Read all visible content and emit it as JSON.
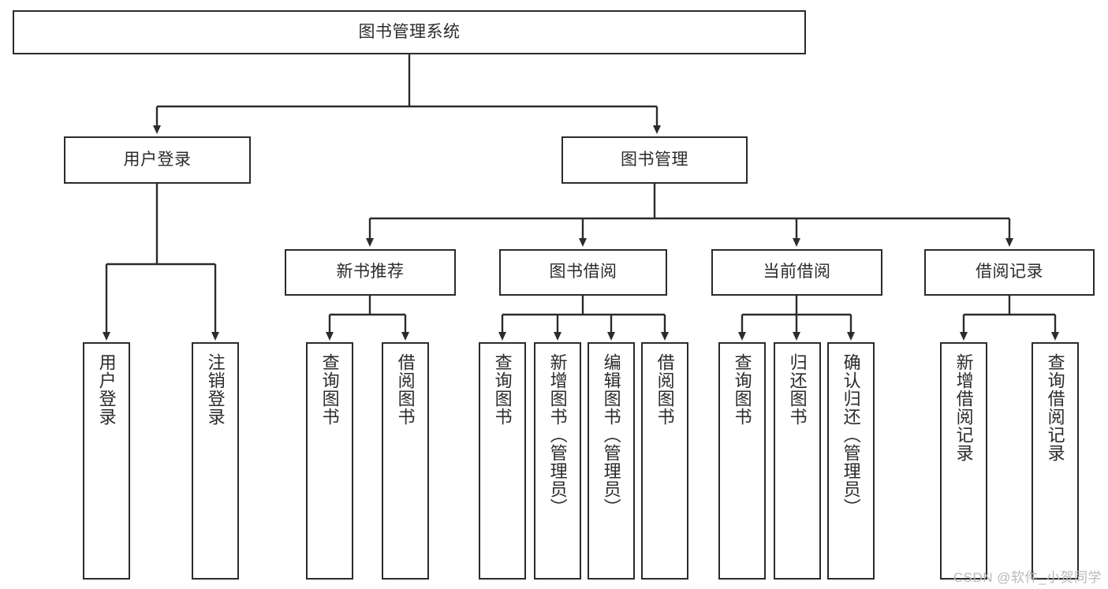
{
  "diagram": {
    "type": "tree-hierarchy-chart",
    "title": "图书管理系统",
    "orientation": "top-down",
    "colors": {
      "box_border": "#2b2b2b",
      "box_fill": "#ffffff",
      "connector": "#2b2b2b",
      "text": "#2b2b2b",
      "watermark": "#b9b9b9",
      "background": "#ffffff"
    },
    "root": {
      "label": "图书管理系统",
      "level": 0
    },
    "level1": [
      {
        "label": "用户登录",
        "level": 1
      },
      {
        "label": "图书管理",
        "level": 1
      }
    ],
    "level2": [
      {
        "label": "新书推荐",
        "parent": "图书管理"
      },
      {
        "label": "图书借阅",
        "parent": "图书管理"
      },
      {
        "label": "当前借阅",
        "parent": "图书管理"
      },
      {
        "label": "借阅记录",
        "parent": "图书管理"
      }
    ],
    "leaves": {
      "user_login": [
        {
          "label": "用户登录"
        },
        {
          "label": "注销登录"
        }
      ],
      "new_book_recommend": [
        {
          "label": "查询图书"
        },
        {
          "label": "借阅图书"
        }
      ],
      "book_borrow": [
        {
          "label": "查询图书"
        },
        {
          "label": "新增图书（管理员）"
        },
        {
          "label": "编辑图书（管理员）"
        },
        {
          "label": "借阅图书"
        }
      ],
      "current_borrow": [
        {
          "label": "查询图书"
        },
        {
          "label": "归还图书"
        },
        {
          "label": "确认归还（管理员）"
        }
      ],
      "borrow_record": [
        {
          "label": "新增借阅记录"
        },
        {
          "label": "查询借阅记录"
        }
      ]
    }
  },
  "watermark": {
    "text": "CSDN @软件_小贺同学"
  }
}
